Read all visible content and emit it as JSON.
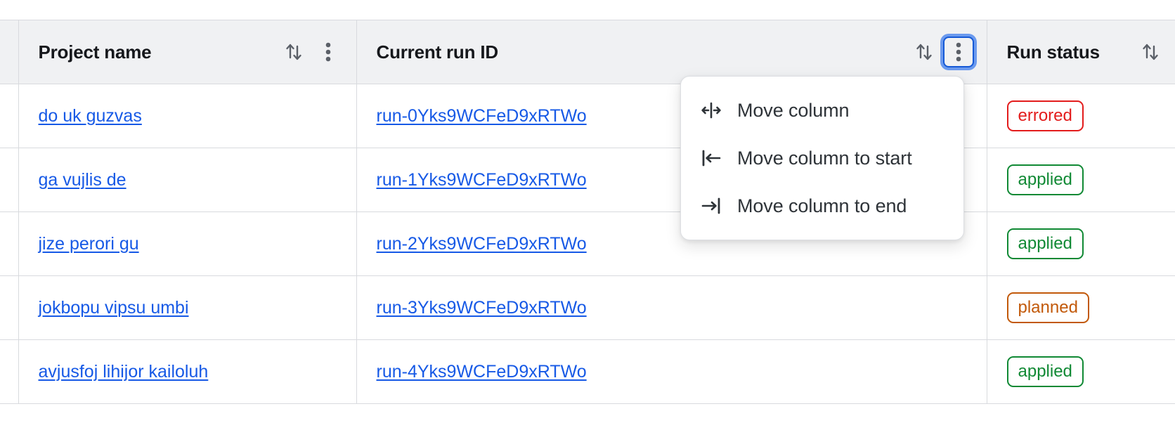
{
  "table": {
    "columns": [
      {
        "id": "gutter",
        "label": "",
        "sortable": false,
        "has_menu": false
      },
      {
        "id": "project",
        "label": "Project name",
        "sortable": true,
        "has_menu": true,
        "menu_open": false
      },
      {
        "id": "run",
        "label": "Current run ID",
        "sortable": true,
        "has_menu": true,
        "menu_open": true
      },
      {
        "id": "status",
        "label": "Run status",
        "sortable": true,
        "has_menu": false,
        "menu_open": false
      }
    ],
    "rows": [
      {
        "project": "do uk guzvas",
        "run_id": "run-0Yks9WCFeD9xRTWo",
        "status": "errored"
      },
      {
        "project": "ga vujlis de",
        "run_id": "run-1Yks9WCFeD9xRTWo",
        "status": "applied"
      },
      {
        "project": "jize perori gu",
        "run_id": "run-2Yks9WCFeD9xRTWo",
        "status": "applied"
      },
      {
        "project": "jokbopu vipsu umbi",
        "run_id": "run-3Yks9WCFeD9xRTWo",
        "status": "planned"
      },
      {
        "project": "avjusfoj lihijor kailoluh",
        "run_id": "run-4Yks9WCFeD9xRTWo",
        "status": "applied"
      }
    ]
  },
  "column_menu": {
    "owner_column": "Current run ID",
    "items": [
      {
        "icon": "move-column-icon",
        "label": "Move column"
      },
      {
        "icon": "move-column-to-start-icon",
        "label": "Move column to start"
      },
      {
        "icon": "move-column-to-end-icon",
        "label": "Move column to end"
      }
    ]
  },
  "icons": {
    "sort": "sort-ascending-descending-icon",
    "kebab": "kebab-menu-icon"
  },
  "colors": {
    "link": "#1659e6",
    "header_bg": "#f0f1f3",
    "border": "#d8dade",
    "focus_ring": "#6b9aee",
    "focus_border": "#1559d6",
    "status_errored": "#e31c1c",
    "status_applied": "#108934",
    "status_planned": "#c2590a",
    "menu_text": "#2e3338"
  }
}
